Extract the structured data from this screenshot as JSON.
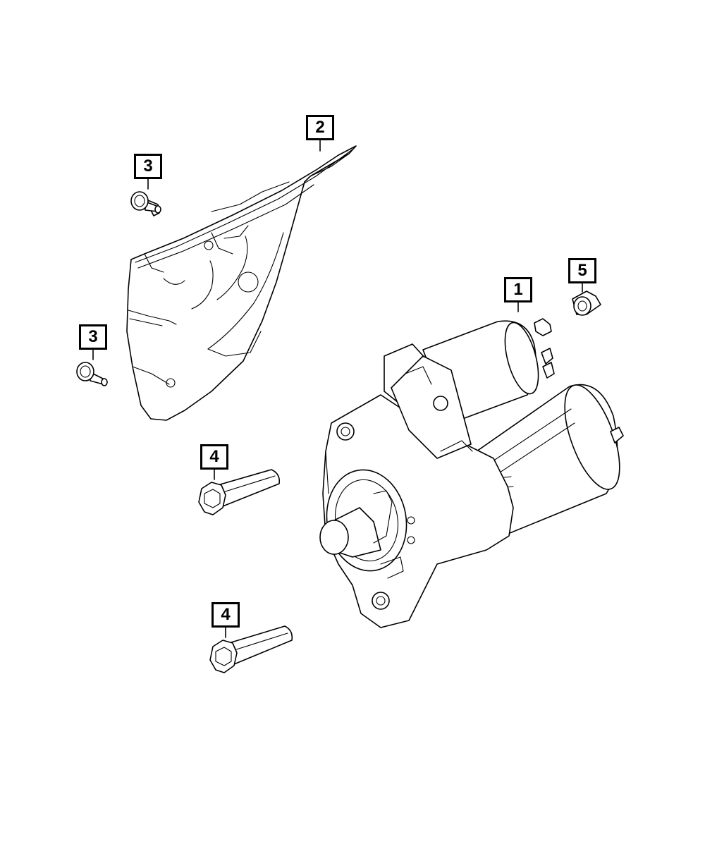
{
  "callouts": {
    "part_1": "1",
    "part_2": "2",
    "part_3_upper": "3",
    "part_3_lower": "3",
    "part_4_upper": "4",
    "part_4_lower": "4",
    "part_5": "5"
  }
}
